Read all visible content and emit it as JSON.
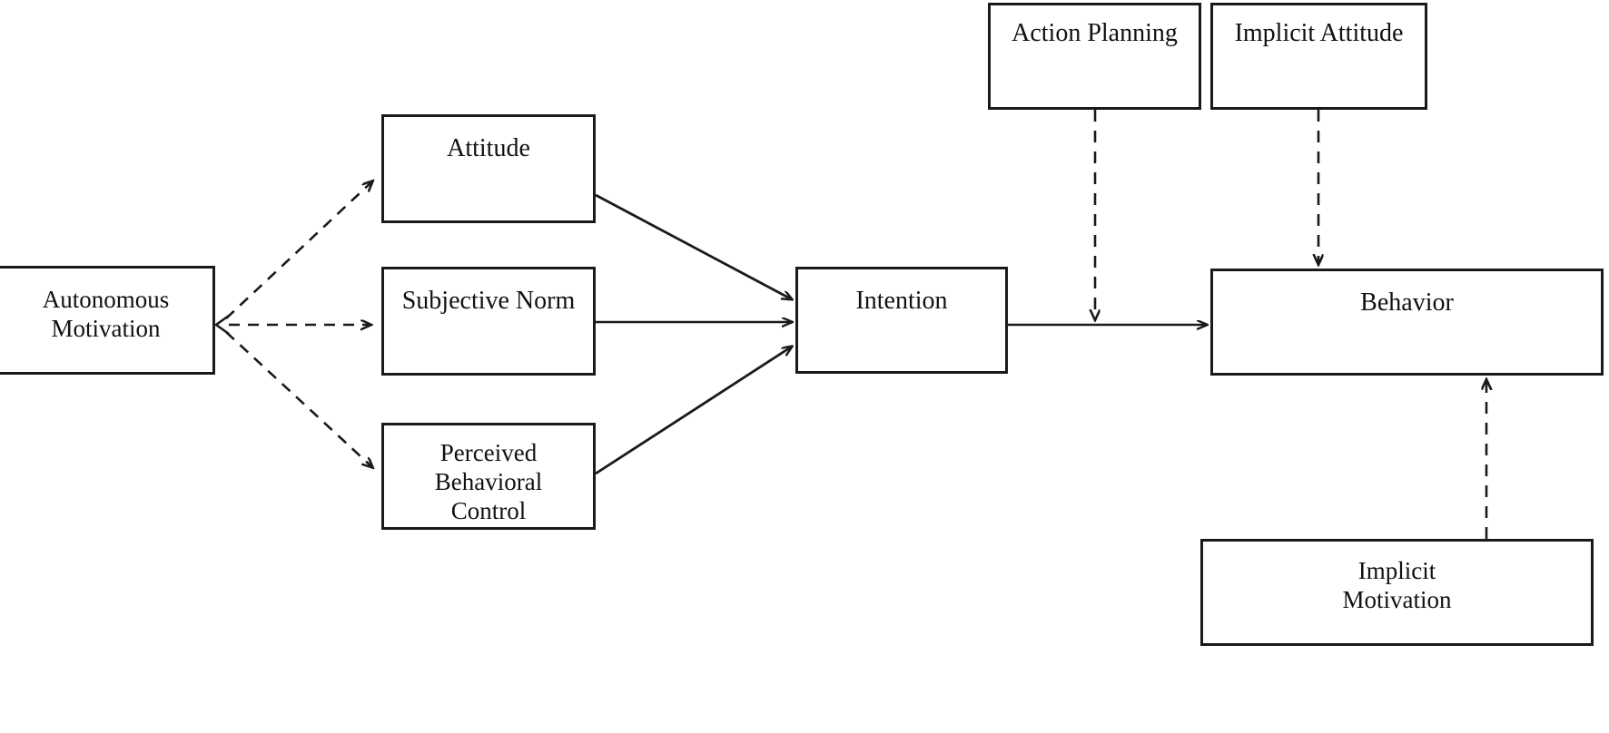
{
  "diagram": {
    "title": "Behavior model path diagram",
    "background_color": "#ffffff",
    "stroke_color": "#1a1a1a",
    "nodes": [
      {
        "id": "autonomous-motivation",
        "label": "Autonomous\nMotivation"
      },
      {
        "id": "attitude",
        "label": "Attitude"
      },
      {
        "id": "subjective-norm",
        "label": "Subjective Norm"
      },
      {
        "id": "perceived-behavioral-control",
        "label": "Perceived\nBehavioral\nControl"
      },
      {
        "id": "intention",
        "label": "Intention"
      },
      {
        "id": "action-planning",
        "label": "Action Planning"
      },
      {
        "id": "implicit-attitude",
        "label": "Implicit Attitude"
      },
      {
        "id": "behavior",
        "label": "Behavior"
      },
      {
        "id": "implicit-motivation",
        "label": "Implicit\nMotivation"
      }
    ],
    "edges": [
      {
        "id": "autonomous-motivation-to-attitude",
        "from": "autonomous-motivation",
        "to": "attitude",
        "style": "dashed",
        "arrowheads": "both"
      },
      {
        "id": "autonomous-motivation-to-subjective-norm",
        "from": "autonomous-motivation",
        "to": "subjective-norm",
        "style": "dashed",
        "arrowheads": "both"
      },
      {
        "id": "autonomous-motivation-to-perceived-behavioral-control",
        "from": "autonomous-motivation",
        "to": "perceived-behavioral-control",
        "style": "dashed",
        "arrowheads": "both"
      },
      {
        "id": "attitude-to-intention",
        "from": "attitude",
        "to": "intention",
        "style": "solid",
        "arrowheads": "end"
      },
      {
        "id": "subjective-norm-to-intention",
        "from": "subjective-norm",
        "to": "intention",
        "style": "solid",
        "arrowheads": "end"
      },
      {
        "id": "perceived-behavioral-control-to-intention",
        "from": "perceived-behavioral-control",
        "to": "intention",
        "style": "solid",
        "arrowheads": "end"
      },
      {
        "id": "intention-to-behavior",
        "from": "intention",
        "to": "behavior",
        "style": "solid",
        "arrowheads": "end"
      },
      {
        "id": "action-planning-to-intention-behavior-path",
        "from": "action-planning",
        "to": "intention-to-behavior",
        "style": "dashed",
        "arrowheads": "end"
      },
      {
        "id": "implicit-attitude-to-behavior",
        "from": "implicit-attitude",
        "to": "behavior",
        "style": "dashed",
        "arrowheads": "end"
      },
      {
        "id": "implicit-motivation-to-behavior",
        "from": "implicit-motivation",
        "to": "behavior",
        "style": "dashed",
        "arrowheads": "end"
      }
    ]
  }
}
